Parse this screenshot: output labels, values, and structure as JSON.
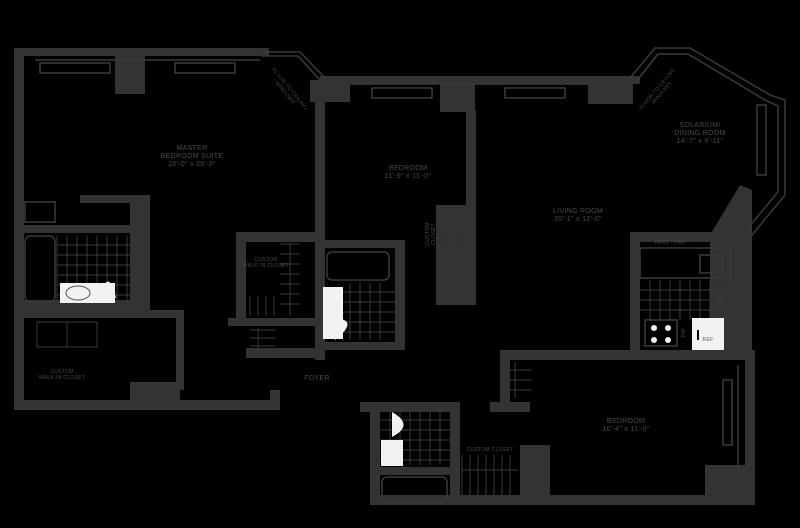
{
  "rooms": {
    "master": {
      "name_1": "MASTER",
      "name_2": "BEDROOM SUITE",
      "dims": "20'-0\" x 20'-0\""
    },
    "bedroom1": {
      "name": "BEDROOM",
      "dims": "11'-9\" x 11'-0\""
    },
    "solarium": {
      "name_1": "SOLARIUM/",
      "name_2": "DINING ROOM",
      "dims": "14'-7\" x 9'-11\""
    },
    "living": {
      "name": "LIVING ROOM",
      "dims": "20'-1\" x 12'-0\""
    },
    "bedroom2": {
      "name": "BEDROOM",
      "dims": "10'-4\" x 11'-0\""
    },
    "foyer": {
      "name": "FOYER"
    }
  },
  "closets": {
    "walkin_1_a": "CUSTOM",
    "walkin_1_b": "WALK-IN CLOSET",
    "walkin_2_a": "CUSTOM",
    "walkin_2_b": "WALK-IN CLOSET",
    "custom_closet_vertical_a": "CUSTOM",
    "custom_closet_vertical_b": "CLOSET",
    "custom_closet_bottom": "CUSTOM CLOSET"
  },
  "windows": {
    "left": "FLOOR-TO-CEILING WINDOWS",
    "right": "FLOOR-TO-CEILING WINDOWS"
  },
  "kitchen": {
    "pass_thru": "PASS THRU",
    "ref": "REF",
    "dw": "DW"
  },
  "colors": {
    "background": "#000000",
    "walls": "#333333",
    "fixtures": "#f2f2f2",
    "labels": "#4a4a4a"
  }
}
